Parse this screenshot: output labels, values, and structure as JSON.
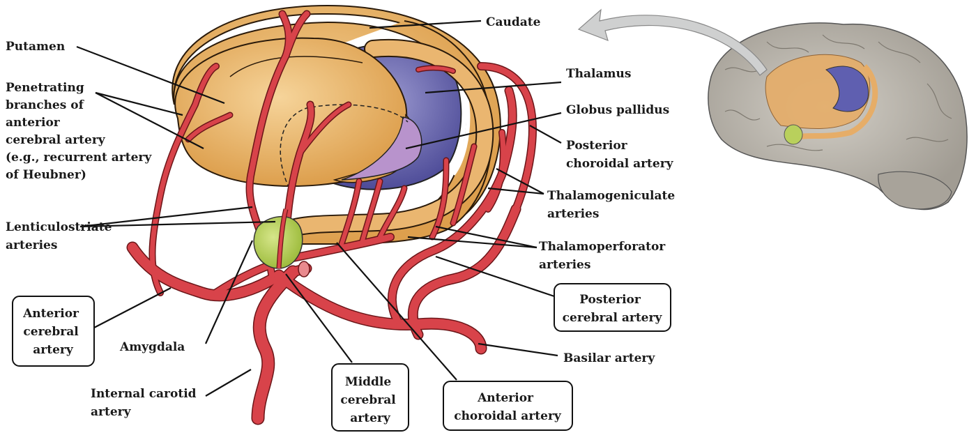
{
  "colors": {
    "caudate": "#e9b060",
    "thalamus": "#6d6bb2",
    "globus": "#b893cc",
    "artery": "#d8434a",
    "amygdala": "#b9d05c",
    "brain": "#b9b5ad",
    "arrow": "#cfd0d0"
  },
  "labels": {
    "caudate": "Caudate",
    "putamen": "Putamen",
    "penetrating": [
      "Penetrating",
      "branches of",
      "anterior",
      "cerebral artery",
      "(e.g., recurrent artery",
      "of Heubner)"
    ],
    "thalamus": "Thalamus",
    "globus_pallidus": "Globus pallidus",
    "posterior_choroidal": [
      "Posterior",
      "choroidal artery"
    ],
    "thalamogeniculate": [
      "Thalamogeniculate",
      "arteries"
    ],
    "lenticulostriate": [
      "Lenticulostriate",
      "arteries"
    ],
    "thalamoperforator": [
      "Thalamoperforator",
      "arteries"
    ],
    "posterior_cerebral": [
      "Posterior",
      "cerebral artery"
    ],
    "anterior_cerebral": [
      "Anterior",
      "cerebral",
      "artery"
    ],
    "amygdala": "Amygdala",
    "basilar": "Basilar artery",
    "internal_carotid": [
      "Internal carotid",
      "artery"
    ],
    "middle_cerebral": [
      "Middle",
      "cerebral",
      "artery"
    ],
    "anterior_choroidal": [
      "Anterior",
      "choroidal artery"
    ]
  }
}
